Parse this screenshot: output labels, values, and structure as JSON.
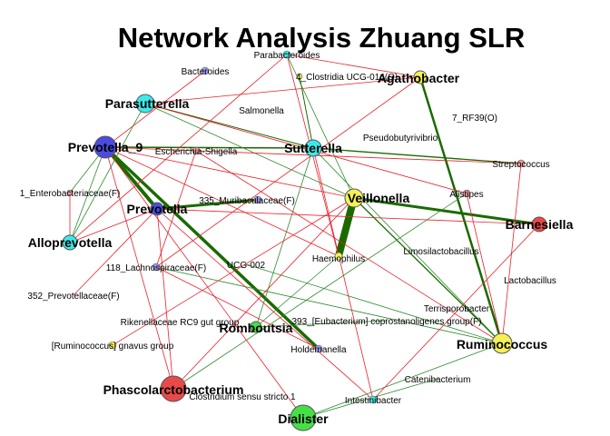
{
  "title": "Network Analysis Zhuang SLR",
  "colors": {
    "red_edge": "#e8202a",
    "green_edge": "#2e8b2e",
    "dark_green_edge": "#1a6a00",
    "cyan": "#3ee8e8",
    "blue": "#4b4be0",
    "lavender": "#9a9af0",
    "yellow": "#f5f056",
    "red": "#e84a4a",
    "pink": "#f09898",
    "green": "#46e046"
  },
  "nodes": {
    "parabacteroides": "Parabacteroides",
    "bacteroides": "Bacteroides",
    "clostridia_ucg014": "4_Clostridia UCG-014(O)",
    "agathobacter": "Agathobacter",
    "parasutterella": "Parasutterella",
    "salmonella": "Salmonella",
    "rf39": "7_RF39(O)",
    "prevotella_9": "Prevotella_9",
    "escherichia_shigella": "Escherichia-Shigella",
    "sutterella": "Sutterella",
    "pseudobutyrivibrio": "Pseudobutyrivibrio",
    "streptococcus": "Streptococcus",
    "enterobacteriaceae": "1_Enterobacteriaceae(F)",
    "muribaculaceae": "335_Muribaculaceae(F)",
    "veillonella": "Veillonella",
    "alistipes": "Alistipes",
    "prevotella": "Prevotella",
    "barnesiella": "Barnesiella",
    "alloprevotella": "Alloprevotella",
    "limosilactobacillus": "Limosilactobacillus",
    "haemophilus": "Haemophilus",
    "ucg002": "UCG-002",
    "lachnospiraceae": "118_Lachnospiraceae(F)",
    "lactobacillus": "Lactobacillus",
    "prevotellaceae": "352_Prevotellaceae(F)",
    "terrisporobacter": "Terrisporobacter",
    "rikenellaceae": "Rikenellaceae RC9 gut group",
    "romboutsia": "Romboutsia",
    "eubacterium_copro": "393_[Eubacterium] coprostanoligenes group(F)",
    "ruminococcus_gnavus": "[Ruminococcus] gnavus group",
    "ruminococcus": "Ruminococcus",
    "holdemanella": "Holdemanella",
    "catenibacterium": "Catenibacterium",
    "phascolarctobacterium": "Phascolarctobacterium",
    "clostridium_ss1": "Clostridium sensu stricto 1",
    "intestinibacter": "Intestinibacter",
    "dialister": "Dialister"
  }
}
